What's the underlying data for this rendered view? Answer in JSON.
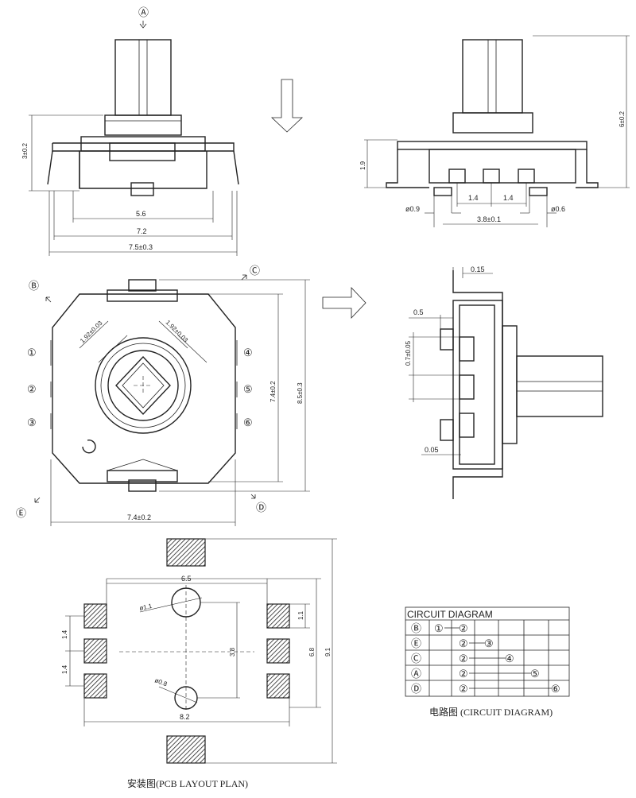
{
  "labels": {
    "A": "Ⓐ",
    "B": "Ⓑ",
    "C": "Ⓒ",
    "D": "Ⓓ",
    "E": "Ⓔ",
    "p1": "①",
    "p2": "②",
    "p3": "③",
    "p4": "④",
    "p5": "⑤",
    "p6": "⑥"
  },
  "front_view": {
    "dims": {
      "height": "3±0.2",
      "w1": "5.6",
      "w2": "7.2",
      "w3": "7.5±0.3"
    }
  },
  "side_view": {
    "dims": {
      "h_total": "6±0.2",
      "h_body": "1.9",
      "pitch1": "1.4",
      "pitch2": "1.4",
      "d1": "ø0.9",
      "d2": "ø0.6",
      "span": "3.8±0.1"
    }
  },
  "top_view": {
    "dims": {
      "diag1": "1.92±0.03",
      "diag2": "1.92±0.03",
      "h_inner": "7.4±0.2",
      "h_outer": "8.5±0.3",
      "width": "7.4±0.2"
    }
  },
  "right_view": {
    "dims": {
      "t1": "0.15",
      "t2": "0.5",
      "pitch": "0.7±0.05",
      "t3": "0.05"
    }
  },
  "pcb_layout": {
    "caption": "安装图(PCB LAYOUT  PLAN)",
    "dims": {
      "w_inner": "6.5",
      "hole1": "ø1.1",
      "pad_h": "1.1",
      "pitch1": "1.4",
      "pitch2": "1.4",
      "spacing": "3.8",
      "hole2": "ø0.8",
      "h_outer": "6.8",
      "h_total": "9.1",
      "w_outer": "8.2"
    }
  },
  "circuit_diagram": {
    "title": "CIRCUIT  DIAGRAM",
    "caption": "电路图 (CIRCUIT DIAGRAM)",
    "rows": [
      {
        "label": "Ⓑ",
        "from": "①",
        "to": "②"
      },
      {
        "label": "Ⓔ",
        "from": "②",
        "to": "③"
      },
      {
        "label": "Ⓒ",
        "from": "②",
        "to": "④"
      },
      {
        "label": "Ⓐ",
        "from": "②",
        "to": "⑤"
      },
      {
        "label": "Ⓓ",
        "from": "②",
        "to": "⑥"
      }
    ]
  }
}
